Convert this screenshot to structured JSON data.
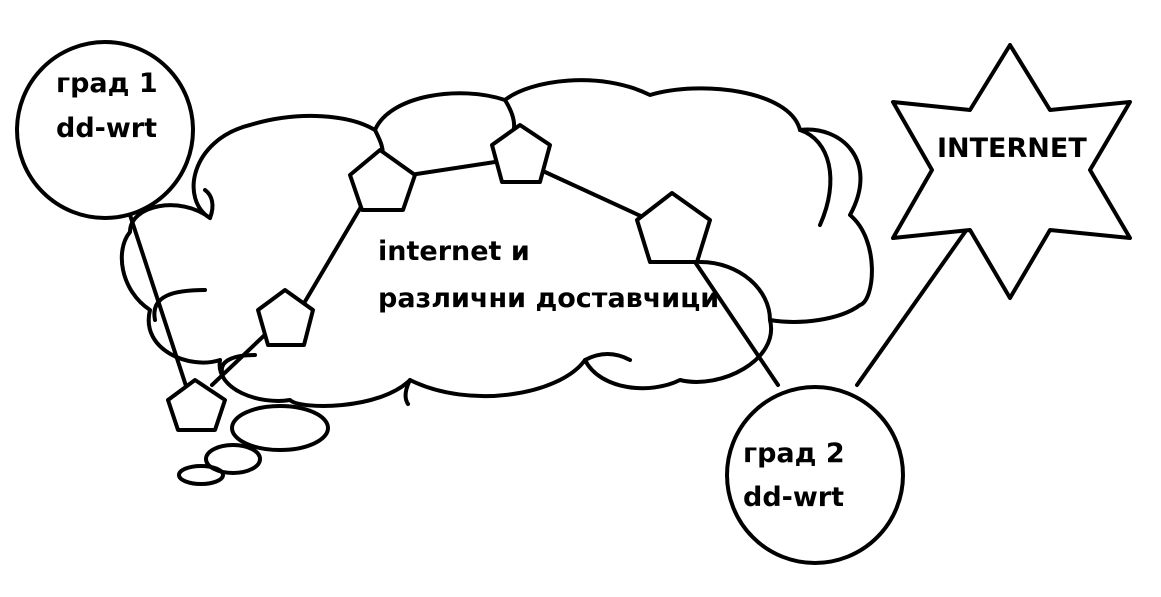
{
  "city1": {
    "line1": "град 1",
    "line2": "dd-wrt"
  },
  "city2": {
    "line1": "град 2",
    "line2": "dd-wrt"
  },
  "cloud": {
    "line1": "internet и",
    "line2": "различни доставчици"
  },
  "internet_star": {
    "label": "INTERNET"
  },
  "colors": {
    "stroke": "#000000",
    "background": "#ffffff"
  }
}
